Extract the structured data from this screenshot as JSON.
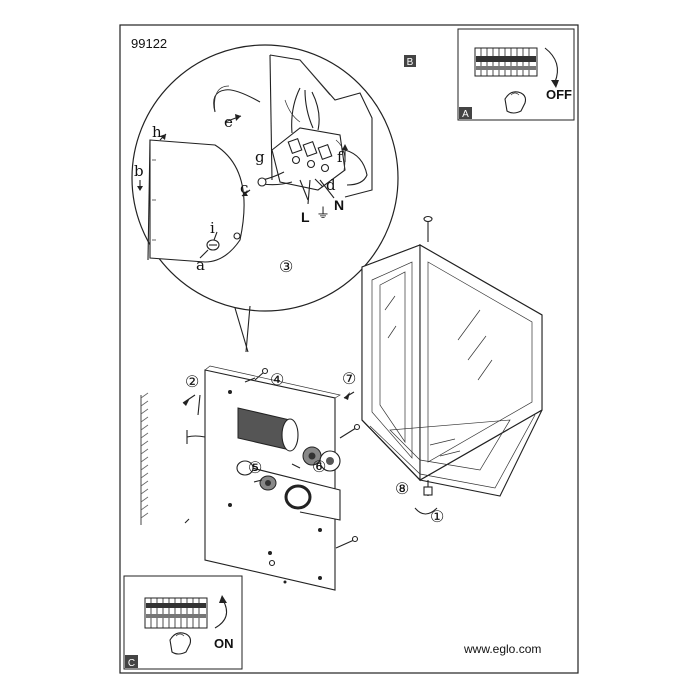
{
  "sheet": {
    "model_number": "99122",
    "website": "www.eglo.com"
  },
  "panels": {
    "a": {
      "tag": "A",
      "switch_label": "OFF"
    },
    "b": {
      "tag": "B"
    },
    "c": {
      "tag": "C",
      "switch_label": "ON"
    }
  },
  "detail_letters": {
    "a": "a",
    "b": "b",
    "c": "c",
    "d": "d",
    "e": "e",
    "f": "f",
    "g": "g",
    "h": "h",
    "i": "i",
    "L": "L",
    "N": "N"
  },
  "ground_symbol": "⏚",
  "steps": {
    "s1": "①",
    "s2": "②",
    "s3": "③",
    "s4": "④",
    "s5": "⑤",
    "s6": "⑥",
    "s7": "⑦",
    "s8": "⑧"
  }
}
